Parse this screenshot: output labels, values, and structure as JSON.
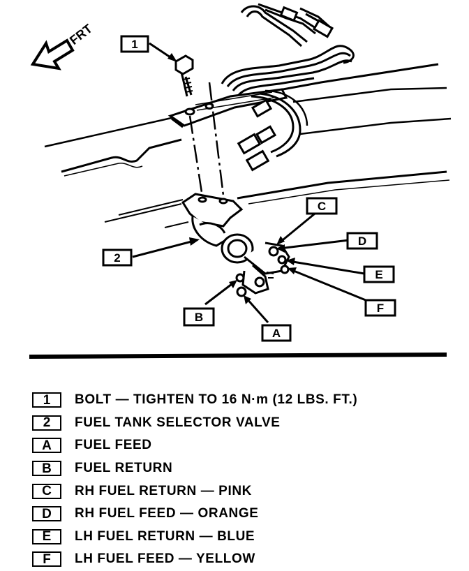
{
  "diagram": {
    "front_label": "FRT",
    "callouts": {
      "c1": "1",
      "c2": "2",
      "cA": "A",
      "cB": "B",
      "cC": "C",
      "cD": "D",
      "cE": "E",
      "cF": "F"
    }
  },
  "legend": [
    {
      "key": "1",
      "text": "BOLT — TIGHTEN TO 16 N·m (12 LBS. FT.)"
    },
    {
      "key": "2",
      "text": "FUEL TANK SELECTOR VALVE"
    },
    {
      "key": "A",
      "text": "FUEL FEED"
    },
    {
      "key": "B",
      "text": "FUEL RETURN"
    },
    {
      "key": "C",
      "text": "RH FUEL RETURN — PINK"
    },
    {
      "key": "D",
      "text": "RH FUEL FEED — ORANGE"
    },
    {
      "key": "E",
      "text": "LH FUEL RETURN — BLUE"
    },
    {
      "key": "F",
      "text": "LH FUEL FEED — YELLOW"
    }
  ]
}
